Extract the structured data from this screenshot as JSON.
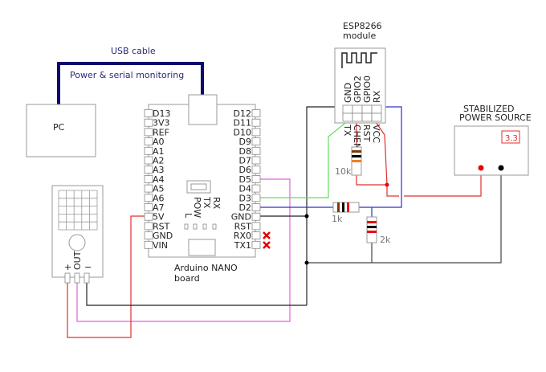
{
  "pc": {
    "label": "PC"
  },
  "usb": {
    "title": "USB cable",
    "subtitle": "Power & serial monitoring",
    "color": "#0a0a6e"
  },
  "arduino": {
    "caption_line1": "Arduino NANO",
    "caption_line2": "board",
    "left_pins": [
      "D13",
      "3V3",
      "REF",
      "A0",
      "A1",
      "A2",
      "A3",
      "A4",
      "A5",
      "A6",
      "A7",
      "5V",
      "RST",
      "GND",
      "VIN"
    ],
    "right_pins": [
      "D12",
      "D11",
      "D10",
      "D9",
      "D8",
      "D7",
      "D6",
      "D5",
      "D4",
      "D3",
      "D2",
      "GND",
      "RST",
      "RX0",
      "TX1"
    ],
    "leds": [
      "L",
      "POW",
      "TX",
      "RX"
    ],
    "unused_mark_color": "#e00000"
  },
  "esp": {
    "title_line1": "ESP8266",
    "title_line2": "module",
    "top_pins": [
      "GND",
      "GPIO2",
      "GPIO0",
      "RX"
    ],
    "bottom_pins": [
      "TX",
      "CHEN",
      "RST",
      "VCC"
    ]
  },
  "power": {
    "title_line1": "STABILIZED",
    "title_line2": "POWER SOURCE",
    "display": "3.3"
  },
  "sensor": {
    "pins": [
      "+",
      "OUT",
      "−"
    ]
  },
  "resistors": {
    "r1": "10k",
    "r2": "1k",
    "r3": "2k"
  },
  "wire_colors": {
    "power": "#e03030",
    "ground": "#222222",
    "d5": "#e060e0",
    "d3": "#60dd60",
    "d2": "#3030cc",
    "gnd_supply": "#555555"
  }
}
